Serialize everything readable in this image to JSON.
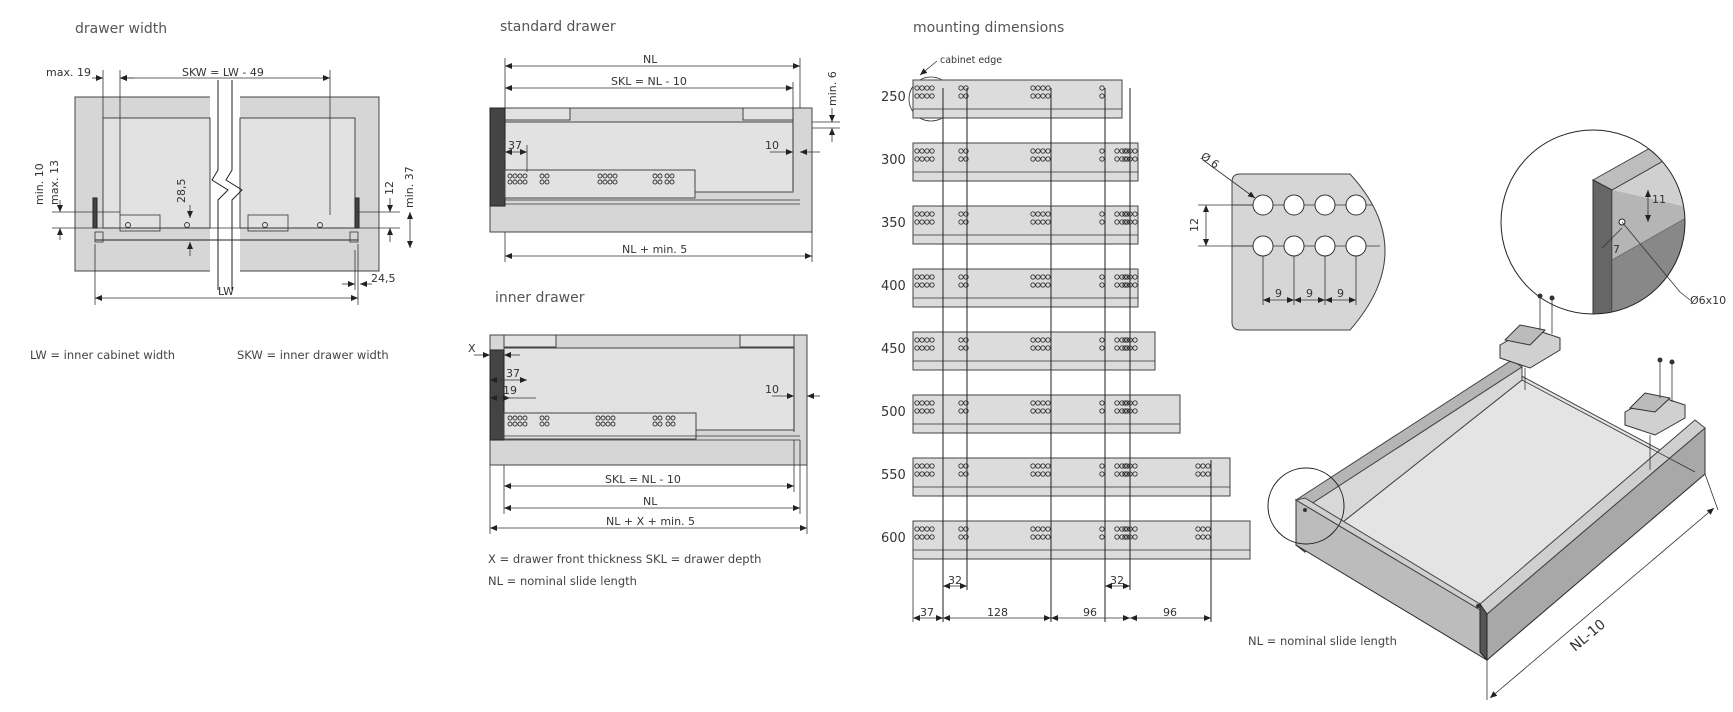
{
  "drawer_width": {
    "title": "drawer width",
    "max19": "max. 19",
    "skw_formula": "SKW = LW - 49",
    "min10": "min. 10",
    "max13": "max. 13",
    "d285": "28,5",
    "d12": "12",
    "min37": "min. 37",
    "d245": "24,5",
    "lw": "LW",
    "legend_lw": "LW =  inner cabinet width",
    "legend_skw": "SKW =  inner drawer width"
  },
  "standard_drawer": {
    "title": "standard drawer",
    "nl": "NL",
    "skl_formula": "SKL = NL - 10",
    "min6": "min. 6",
    "d37": "37",
    "d10": "10",
    "nl_min5": "NL + min. 5"
  },
  "inner_drawer": {
    "title": "inner drawer",
    "x": "X",
    "d37": "37",
    "d19": "19",
    "d10": "10",
    "skl_formula": "SKL = NL - 10",
    "nl": "NL",
    "nl_x_min5": "NL + X + min. 5",
    "legend_x_skl": "X = drawer front thickness   SKL = drawer depth",
    "legend_nl": "NL = nominal slide length"
  },
  "mounting_dimensions": {
    "title": "mounting dimensions",
    "cabinet_edge": "cabinet edge",
    "lengths": [
      "250",
      "300",
      "350",
      "400",
      "450",
      "500",
      "550",
      "600"
    ],
    "d32_left": "32",
    "d32_right": "32",
    "bottom_dims": [
      "37",
      "128",
      "96",
      "96"
    ]
  },
  "hole_detail": {
    "dia6": "Ø 6",
    "d12": "12",
    "pitch": [
      "9",
      "9",
      "9"
    ]
  },
  "corner_detail": {
    "d11": "11",
    "d7": "7",
    "dia6x10": "Ø6x10"
  },
  "drawer_3d": {
    "nl10": "NL-10",
    "legend_nl": "NL = nominal slide length"
  }
}
